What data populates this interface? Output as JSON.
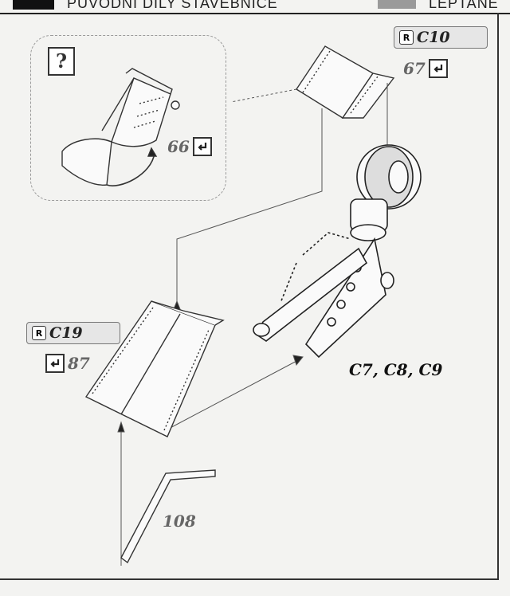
{
  "header": {
    "left_text": "PŮVODNÍ DÍLY STAVEBNICE",
    "right_text": "LEPTANÉ"
  },
  "detail_box": {
    "question_mark": "?",
    "step_number": "66"
  },
  "top_ref": {
    "mark": "R",
    "part": "C10",
    "step_number": "67"
  },
  "left_ref": {
    "mark": "R",
    "part": "C19",
    "step_number": "87"
  },
  "parts_label": "C7, C8, C9",
  "part_number": "108",
  "icons": [
    "question-box-icon",
    "resin-mark-icon",
    "glue-step-icon",
    "landing-gear-drawing",
    "cover-plate-drawing",
    "wire-strut-drawing"
  ]
}
